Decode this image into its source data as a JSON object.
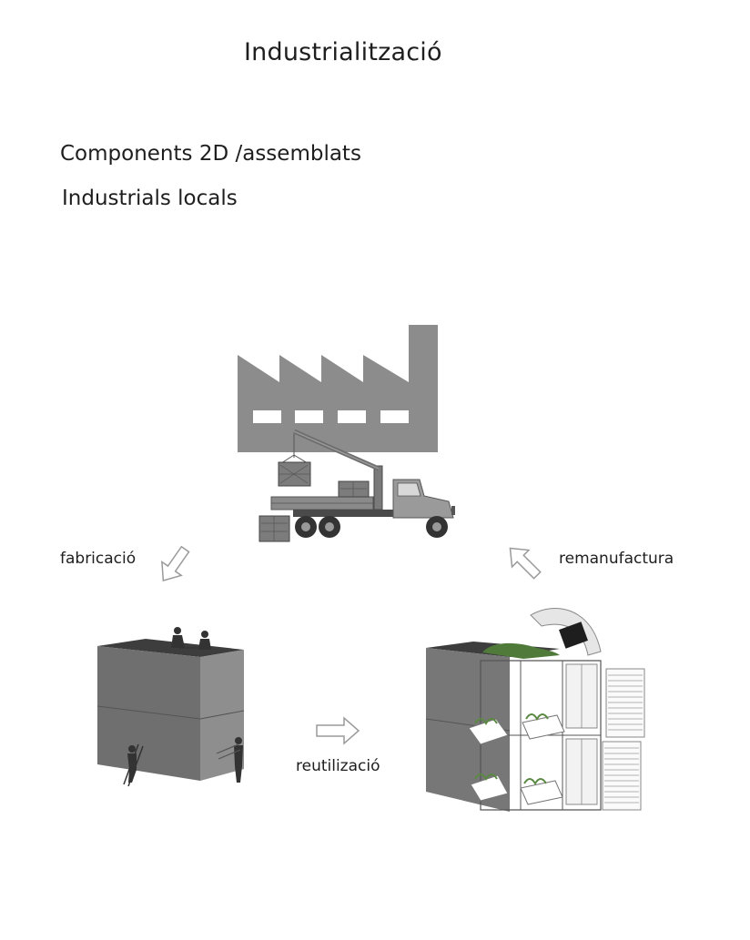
{
  "title": "Industrialització",
  "subtitle_line1": "Components 2D /assemblats",
  "subtitle_line2": "Industrials locals",
  "labels": {
    "fabrication": "fabricació",
    "remanufacture": "remanufactura",
    "reuse": "reutilizació"
  },
  "colors": {
    "factory": "#8c8c8c",
    "block_front": "#8e8e8e",
    "block_side": "#6f6f6f",
    "block_top": "#3d3d3d",
    "arrow_stroke": "#9a9a9a",
    "green_roof": "#4f7a3a"
  },
  "icons": [
    "factory-icon",
    "truck-crane-icon",
    "arrow-icon",
    "modular-block-icon",
    "modular-building-icon",
    "worker-icon"
  ]
}
